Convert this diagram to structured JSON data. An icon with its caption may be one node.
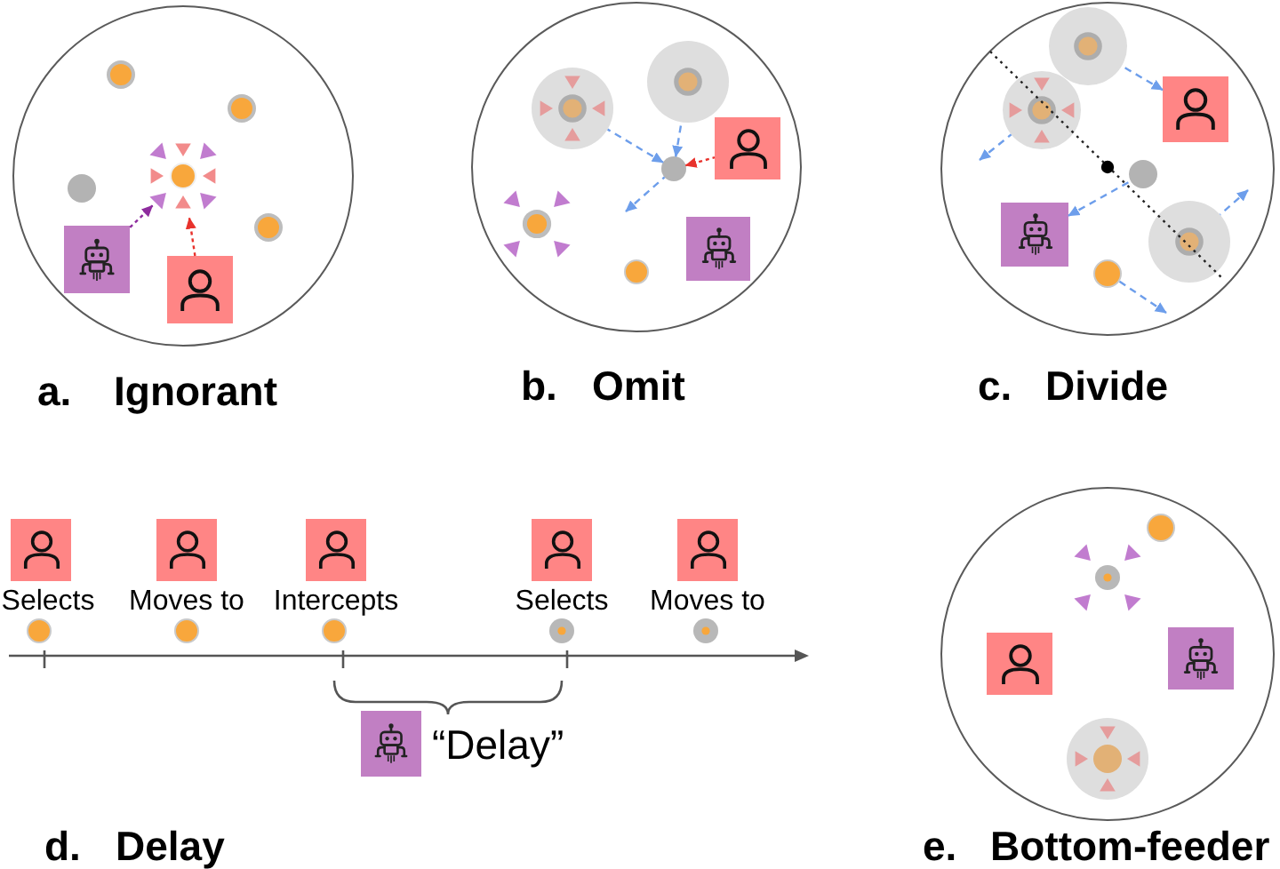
{
  "diagram": {
    "nodes": [
      {
        "text": [],
        "shape": "circle",
        "beside": [
          "a.",
          "Ignorant"
        ]
      },
      {
        "text": [],
        "shape": "circle",
        "in": 0
      },
      {
        "text": [],
        "shape": "circle",
        "in": 0
      },
      {
        "text": [],
        "shape": "circle",
        "in": 0
      },
      {
        "text": [],
        "shape": "circle",
        "in": 0
      },
      {
        "text": [],
        "shape": "circle",
        "in": 0
      },
      {
        "text": [],
        "shape": "robot",
        "in": 0
      },
      {
        "text": [],
        "shape": "person",
        "in": 0
      },
      {
        "text": [],
        "shape": "circle",
        "beside": [
          "b.",
          "Omit"
        ]
      },
      {
        "text": [],
        "shape": "circle",
        "in": 8
      },
      {
        "text": [],
        "shape": "circle",
        "in": 8
      },
      {
        "text": [],
        "shape": "person",
        "in": 8
      },
      {
        "text": [],
        "shape": "circle",
        "in": 8
      },
      {
        "text": [],
        "shape": "circle",
        "in": 8
      },
      {
        "text": [],
        "shape": "robot",
        "in": 8
      },
      {
        "text": [],
        "shape": "circle",
        "in": 8
      },
      {
        "text": [],
        "shape": "circle",
        "beside": [
          "c.",
          "Divide"
        ]
      },
      {
        "text": [],
        "shape": "circle",
        "in": 16
      },
      {
        "text": [],
        "shape": "circle",
        "in": 16
      },
      {
        "text": [],
        "shape": "person",
        "in": 16
      },
      {
        "text": [],
        "shape": "circle",
        "in": 16
      },
      {
        "text": [],
        "shape": "robot",
        "in": 16
      },
      {
        "text": [],
        "shape": "circle",
        "in": 16
      },
      {
        "text": [],
        "shape": "circle",
        "in": 16
      },
      {
        "text": [],
        "shape": "person",
        "beside": [
          "Selects"
        ]
      },
      {
        "text": [],
        "shape": "person",
        "beside": [
          "Moves to"
        ]
      },
      {
        "text": [],
        "shape": "person",
        "beside": [
          "Intercepts"
        ]
      },
      {
        "text": [],
        "shape": "person",
        "beside": [
          "Selects"
        ]
      },
      {
        "text": [],
        "shape": "person",
        "beside": [
          "Moves to"
        ]
      },
      {
        "text": [],
        "shape": "circle"
      },
      {
        "text": [],
        "shape": "circle"
      },
      {
        "text": [],
        "shape": "circle"
      },
      {
        "text": [],
        "shape": "circle"
      },
      {
        "text": [],
        "shape": "circle"
      },
      {
        "text": [],
        "shape": "robot",
        "beside": [
          "“Delay”"
        ]
      },
      {
        "text": [],
        "shape": "circle",
        "beside": [
          "e.",
          "Bottom-feeder"
        ]
      },
      {
        "text": [],
        "shape": "circle",
        "in": 35
      },
      {
        "text": [],
        "shape": "circle",
        "in": 35
      },
      {
        "text": [],
        "shape": "person",
        "in": 35
      },
      {
        "text": [],
        "shape": "robot",
        "in": 35
      },
      {
        "text": [],
        "shape": "circle",
        "in": 35
      }
    ],
    "edges": [
      {
        "from": 6,
        "to": 3,
        "arrow": "to",
        "style": "dashed",
        "color": "#8e2c9e"
      },
      {
        "from": 7,
        "to": 3,
        "arrow": "to",
        "style": "dashed",
        "color": "#e8322c"
      },
      {
        "from": 10,
        "to": 12,
        "arrow": "to",
        "style": "dashed"
      },
      {
        "from": 9,
        "to": 12,
        "arrow": "to",
        "style": "dashed"
      },
      {
        "from": 11,
        "to": 12,
        "arrow": "to",
        "style": "dashed",
        "color": "#e8322c"
      },
      {
        "from": 12,
        "to": null,
        "arrow": "to",
        "style": "dashed"
      },
      {
        "from": 17,
        "to": 19,
        "arrow": "to",
        "style": "dashed"
      },
      {
        "from": 18,
        "to": null,
        "arrow": "to",
        "style": "dashed"
      },
      {
        "from": 20,
        "to": 21,
        "arrow": "to",
        "style": "dashed"
      },
      {
        "from": 22,
        "to": null,
        "arrow": "to",
        "style": "dashed"
      },
      {
        "from": 23,
        "to": null,
        "arrow": "to",
        "style": "dashed"
      }
    ],
    "labels": [
      "d.",
      "Delay"
    ]
  }
}
